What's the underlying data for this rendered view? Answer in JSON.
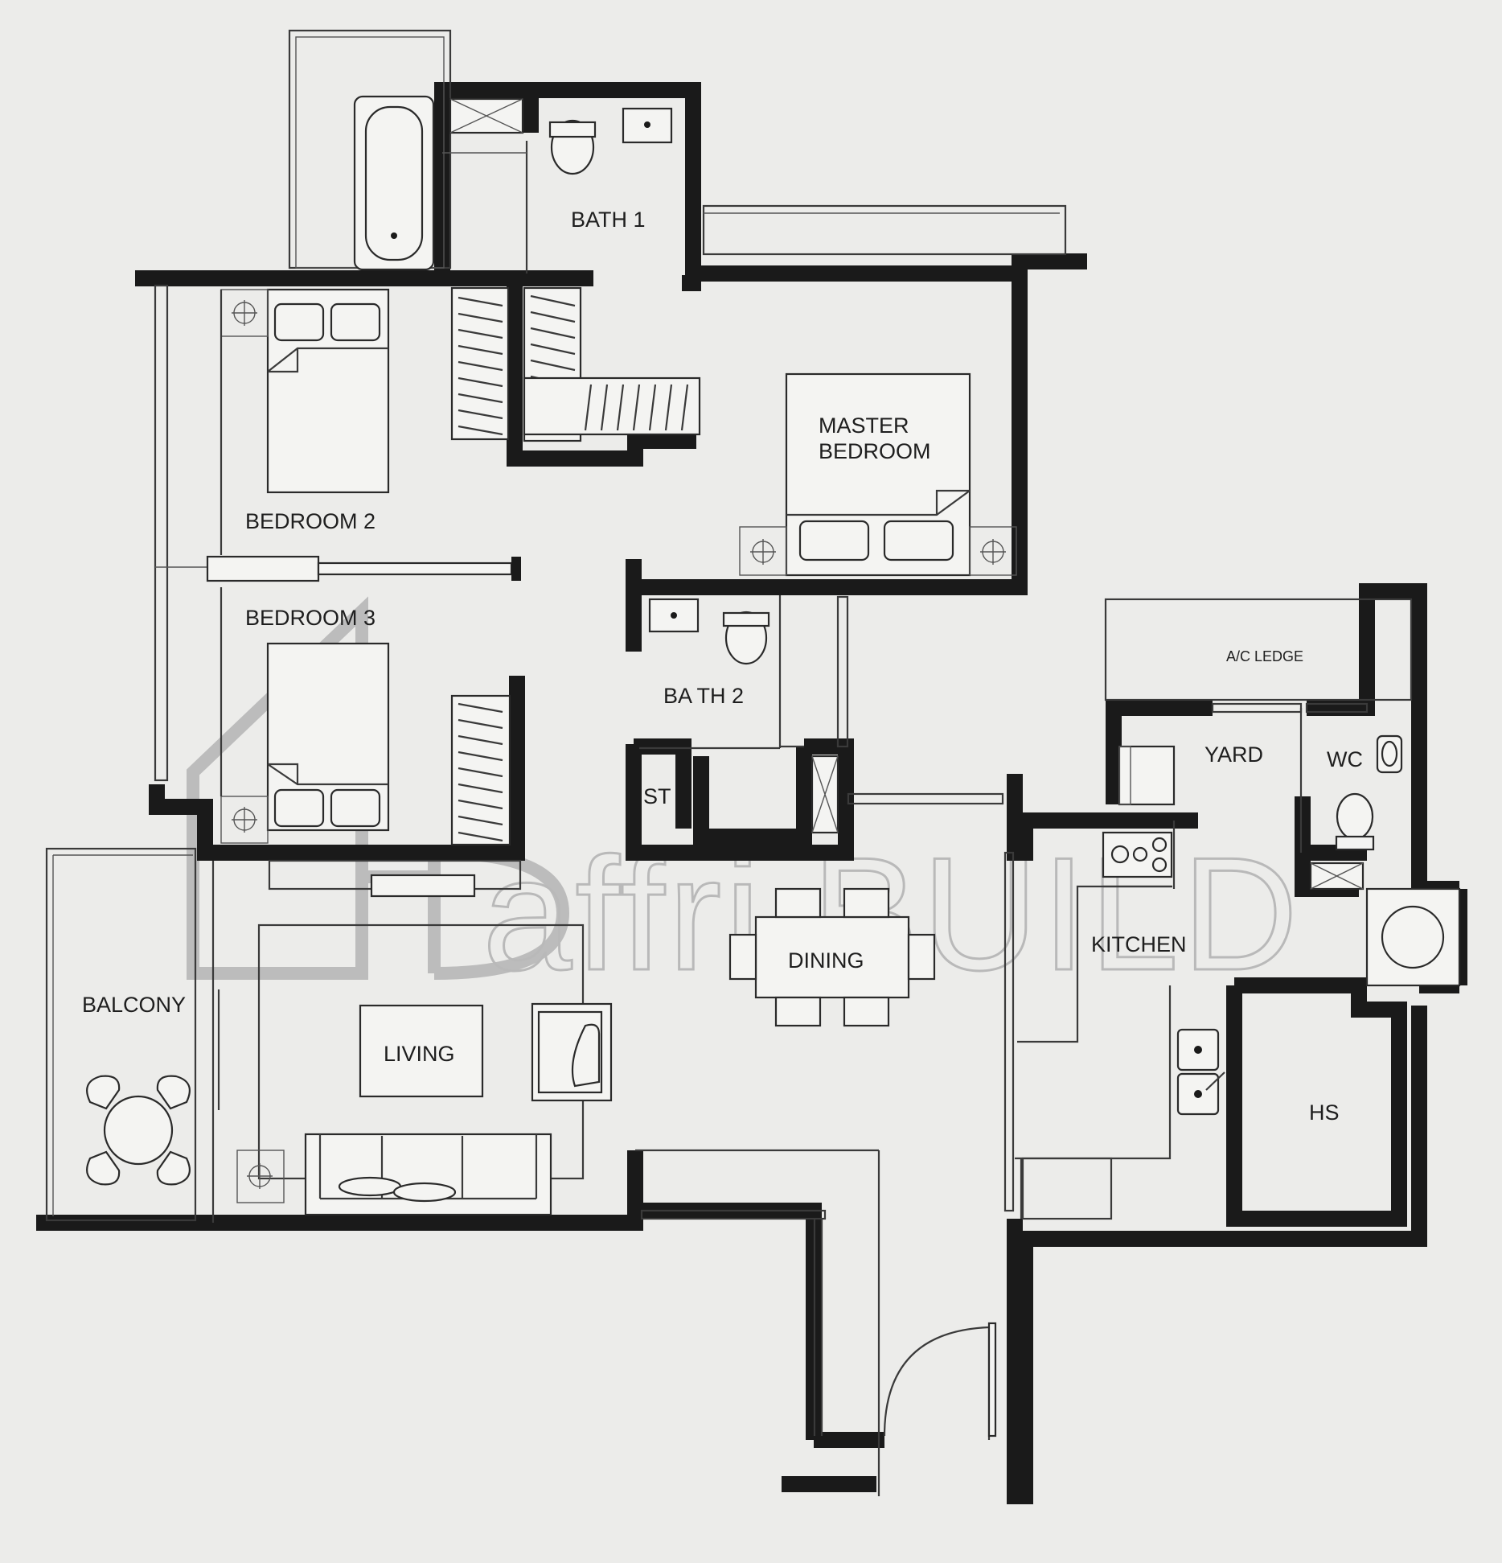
{
  "rooms": {
    "bath1": "BATH 1",
    "master_bedroom_line1": "MASTER",
    "master_bedroom_line2": "BEDROOM",
    "bedroom2": "BEDROOM 2",
    "bedroom3": "BEDROOM 3",
    "bath2": "BA TH 2",
    "ac_ledge": "A/C LEDGE",
    "yard": "YARD",
    "wc": "WC",
    "store": "ST",
    "dining": "DINING",
    "kitchen": "KITCHEN",
    "balcony": "BALCONY",
    "living": "LIVING",
    "household_shelter": "HS"
  },
  "watermark": {
    "text": "affri.BUILD"
  }
}
